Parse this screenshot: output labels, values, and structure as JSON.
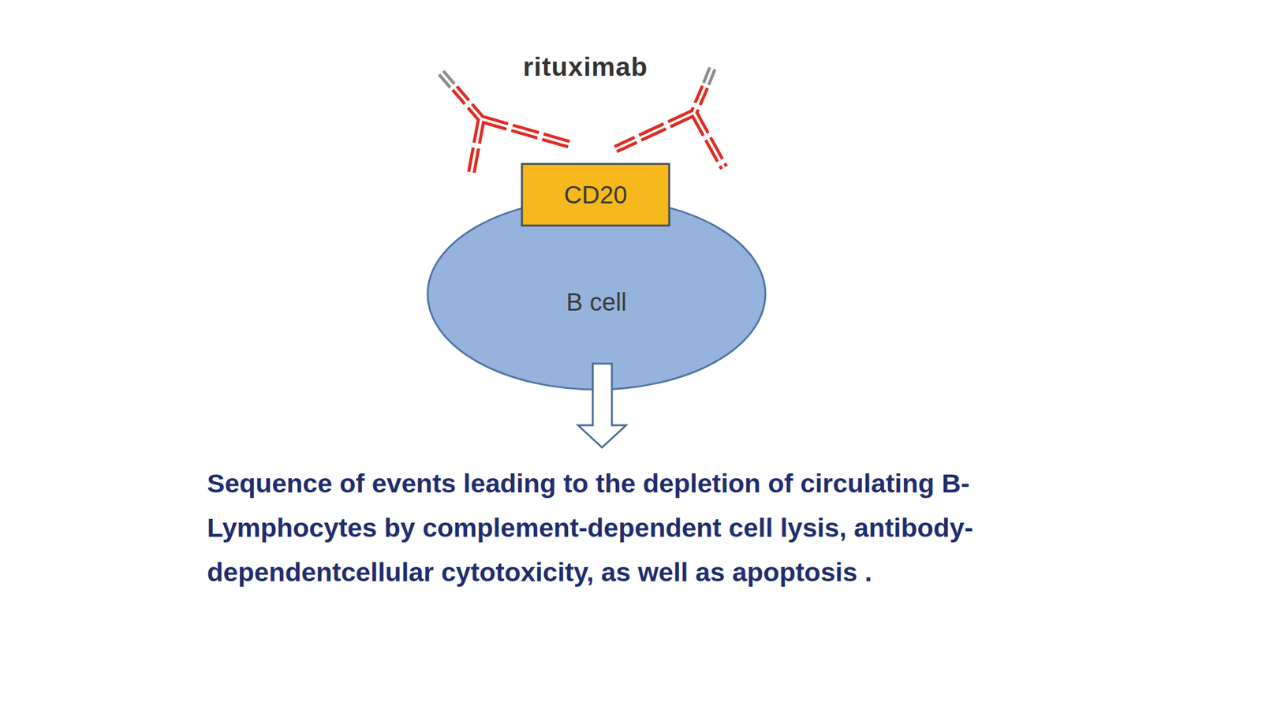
{
  "diagram": {
    "caption": "Sequence of events leading to the depletion of circulating B-Lymphocytes by complement-dependent cell lysis, antibody-dependentcellular cytotoxicity, as well as apoptosis .",
    "nodes": [
      {
        "text": [
          "CD20"
        ]
      },
      {
        "text": [
          "B cell"
        ]
      }
    ],
    "labels": [
      "rituximab"
    ]
  }
}
